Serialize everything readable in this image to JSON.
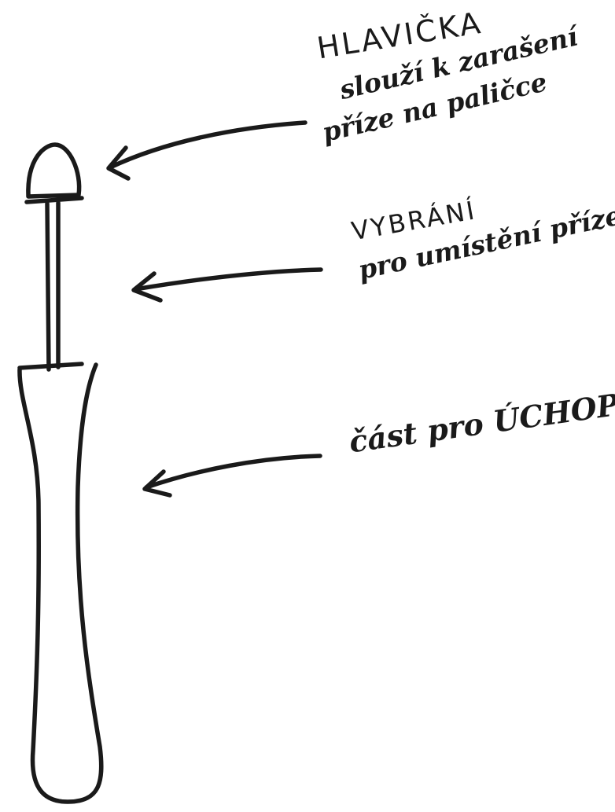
{
  "labels": {
    "head": {
      "title": "HLAVIČKA",
      "line1": "slouží k zarašení",
      "line2": "příze na paličce"
    },
    "recess": {
      "title": "VYBRÁNÍ",
      "line1": "pro umístění příze"
    },
    "grip": {
      "text": "část pro ÚCHOP"
    }
  },
  "colors": {
    "ink": "#1a1a1a",
    "background": "#ffffff"
  }
}
